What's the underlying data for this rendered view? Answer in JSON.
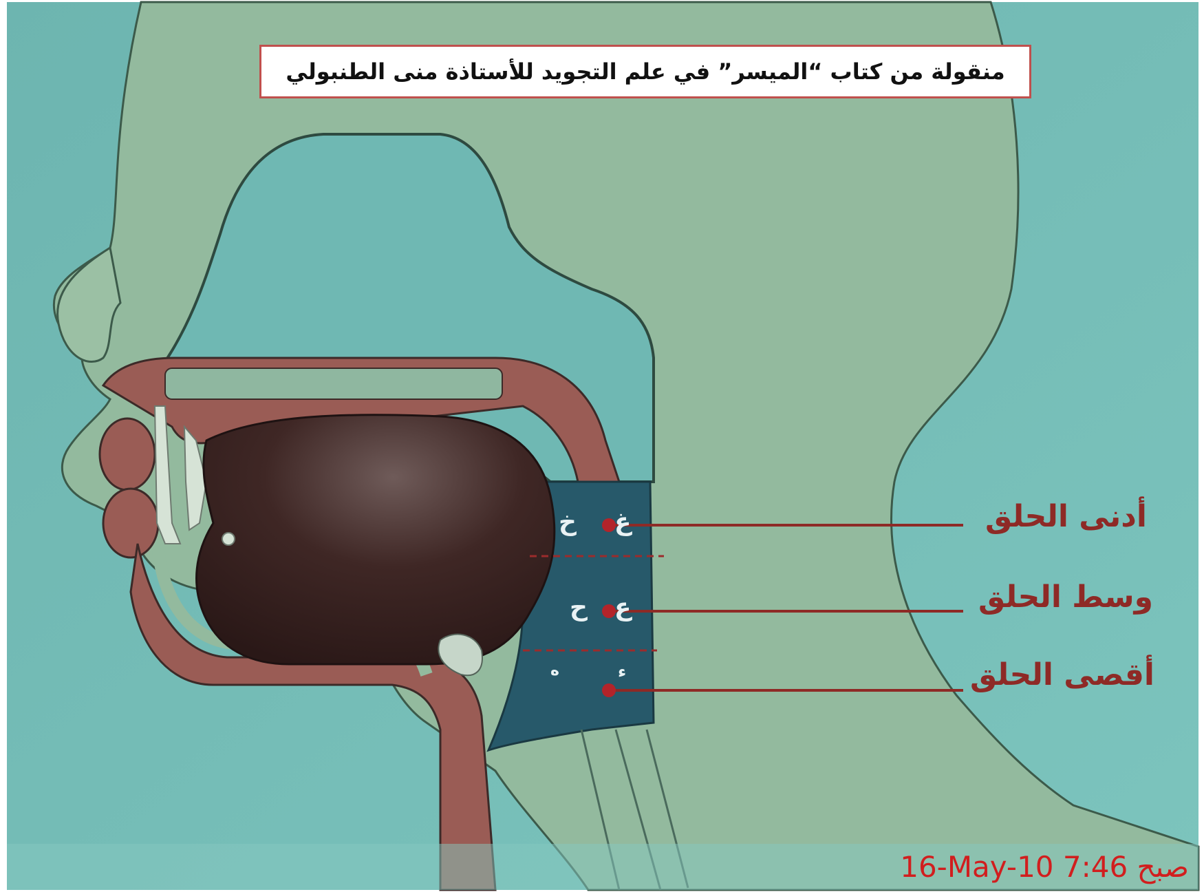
{
  "caption": "منقولة من كتاب “الميسر” في علم التجويد للأستاذة منى الطنبولي",
  "zones": {
    "upper": "أدنى الحلق",
    "middle": "وسط الحلق",
    "lower": "أقصى الحلق"
  },
  "letters": {
    "ghain": "غ",
    "kha": "خ",
    "ain": "ع",
    "haa": "ح",
    "hamza": "ء",
    "ha": "ه"
  },
  "timestamp": "16-May-10 7:46",
  "timestamp_suffix": "صبح",
  "colors": {
    "background": "#6fb8b3",
    "face": "#93ba9e",
    "throat_region": "#27596a",
    "tongue": "#3a2422",
    "tissue": "#9a5c55",
    "label_red": "#8e2a26",
    "dot_red": "#b3242a"
  }
}
